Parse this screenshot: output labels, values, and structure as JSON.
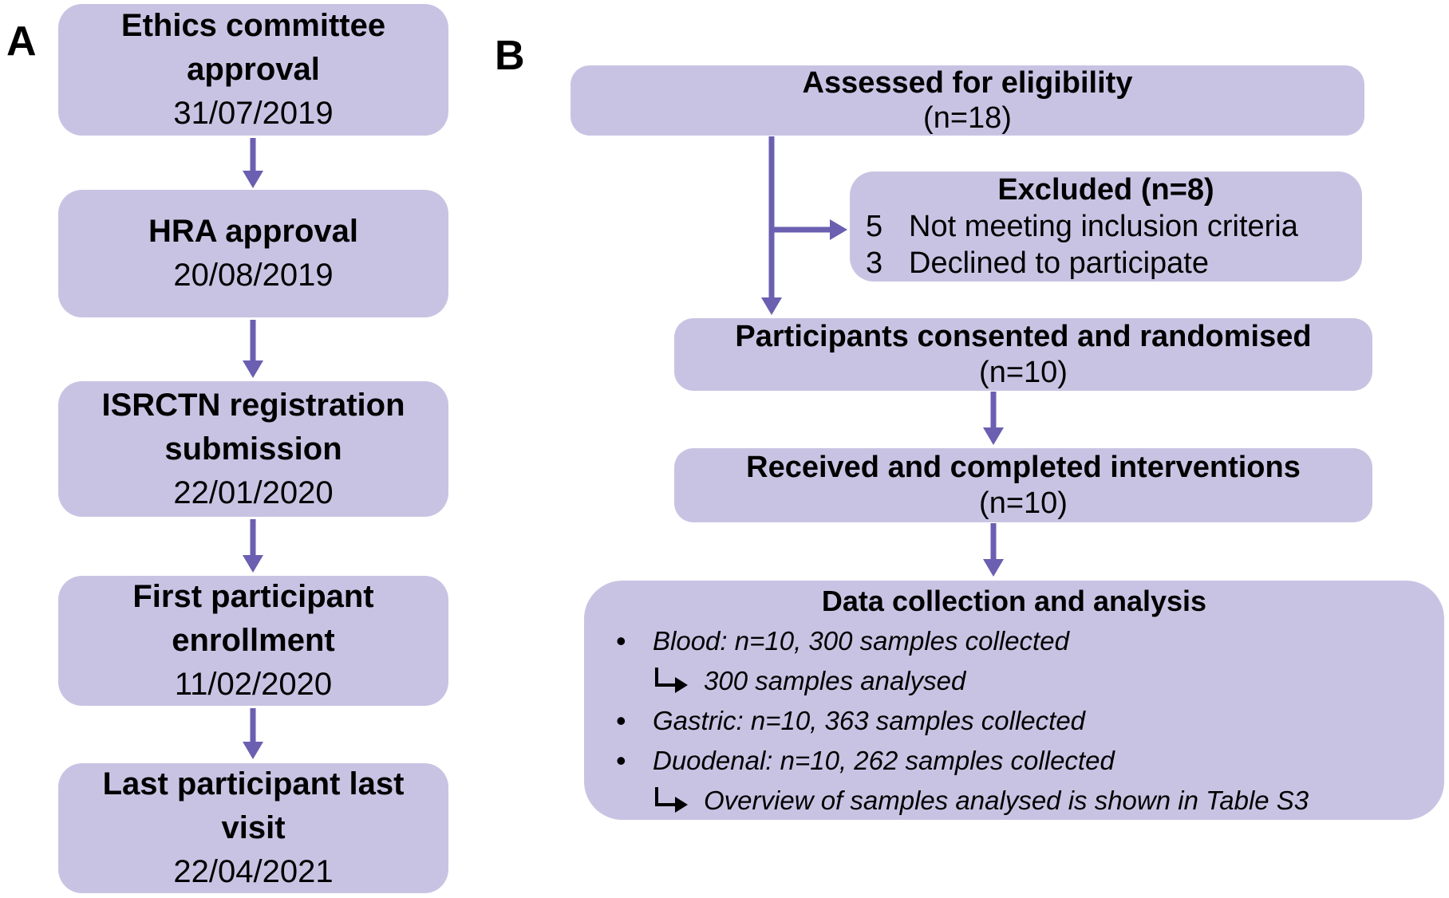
{
  "panelA": {
    "label": "A",
    "boxes": [
      {
        "title_lines": [
          "Ethics committee",
          "approval"
        ],
        "date": "31/07/2019"
      },
      {
        "title_lines": [
          "HRA approval"
        ],
        "date": "20/08/2019"
      },
      {
        "title_lines": [
          "ISRCTN registration",
          "submission"
        ],
        "date": "22/01/2020"
      },
      {
        "title_lines": [
          "First participant",
          "enrollment"
        ],
        "date": "11/02/2020"
      },
      {
        "title_lines": [
          "Last participant last",
          "visit"
        ],
        "date": "22/04/2021"
      }
    ]
  },
  "panelB": {
    "label": "B",
    "assessed": {
      "title": "Assessed for eligibility",
      "n": "(n=18)"
    },
    "excluded": {
      "title": "Excluded (n=8)",
      "items": [
        {
          "count": "5",
          "reason": "Not meeting inclusion criteria"
        },
        {
          "count": "3",
          "reason": "Declined to participate"
        }
      ]
    },
    "consented": {
      "title": "Participants consented and randomised",
      "n": "(n=10)"
    },
    "interventions": {
      "title": "Received and completed interventions",
      "n": "(n=10)"
    },
    "data_collection": {
      "title": "Data collection and analysis",
      "bullets": [
        {
          "text": "Blood: n=10, 300 samples collected",
          "sub": "300 samples analysed"
        },
        {
          "text": "Gastric: n=10, 363 samples collected"
        },
        {
          "text": "Duodenal: n=10, 262 samples collected",
          "sub": "Overview of samples analysed is shown in Table S3"
        }
      ]
    }
  },
  "icons": {
    "bullet": "•",
    "return_arrow": "↳"
  },
  "colors": {
    "box_fill": "#c9c3e3",
    "arrow": "#6a5fb0",
    "text": "#000000",
    "background": "#ffffff"
  }
}
